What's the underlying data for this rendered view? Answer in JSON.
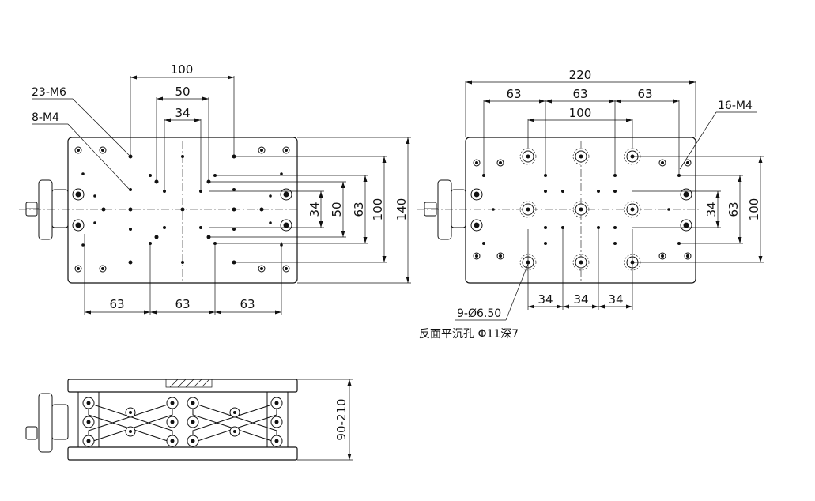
{
  "top_view": {
    "dimensions": {
      "d100": "100",
      "d50": "50",
      "d34": "34",
      "v34": "34",
      "v50": "50",
      "v63": "63",
      "v100": "100",
      "v140": "140",
      "b63_1": "63",
      "b63_2": "63",
      "b63_3": "63"
    },
    "notes": {
      "m6": "23-M6",
      "m4": "8-M4"
    }
  },
  "bottom_view": {
    "dimensions": {
      "d220": "220",
      "d63_1": "63",
      "d63_2": "63",
      "d63_3": "63",
      "d100": "100",
      "v34": "34",
      "v63": "63",
      "v100": "100",
      "b34_1": "34",
      "b34_2": "34",
      "b34_3": "34"
    },
    "notes": {
      "m4": "16-M4",
      "thru": "9-Ø6.50",
      "counterbore": "反面平沉孔 Φ11深7"
    }
  },
  "side_view": {
    "height_range": "90-210"
  }
}
